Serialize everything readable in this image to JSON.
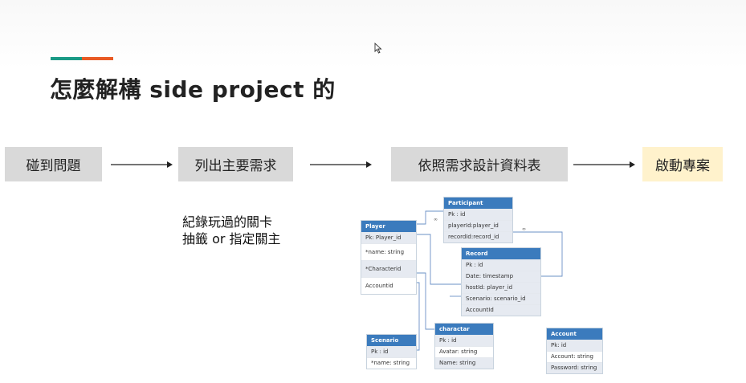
{
  "slide": {
    "title": "怎麼解構 side project 的",
    "accent_colors": [
      "#1a9a86",
      "#e95a24"
    ]
  },
  "flow": {
    "steps": [
      {
        "label": "碰到問題"
      },
      {
        "label": "列出主要需求"
      },
      {
        "label": "依照需求設計資料表"
      },
      {
        "label": "啟動專案"
      }
    ]
  },
  "notes": {
    "line1": "紀錄玩過的關卡",
    "line2": "抽籤 or 指定關主"
  },
  "er_diagram": {
    "participant": {
      "title": "Participant",
      "fields": [
        "Pk : id",
        "playerId:player_id",
        "recordId:record_id"
      ]
    },
    "player": {
      "title": "Player",
      "fields": [
        "Pk: Player_id",
        "*name: string",
        "*Characterid",
        "Accountid"
      ]
    },
    "record": {
      "title": "Record",
      "fields": [
        "Pk : id",
        "Date: timestamp",
        "hostId: player_id",
        "Scenario: scenario_id",
        "AccountId"
      ]
    },
    "scenario": {
      "title": "Scenario",
      "fields": [
        "Pk : id",
        "*name: string"
      ]
    },
    "character": {
      "title": "charactar",
      "fields": [
        "Pk : id",
        "Avatar: string",
        "Name: string"
      ]
    },
    "account": {
      "title": "Account",
      "fields": [
        "Pk: id",
        "Account: string",
        "Password: string"
      ]
    },
    "relation_labels": {
      "player_participant": "∞",
      "record_participant": "∞"
    }
  }
}
